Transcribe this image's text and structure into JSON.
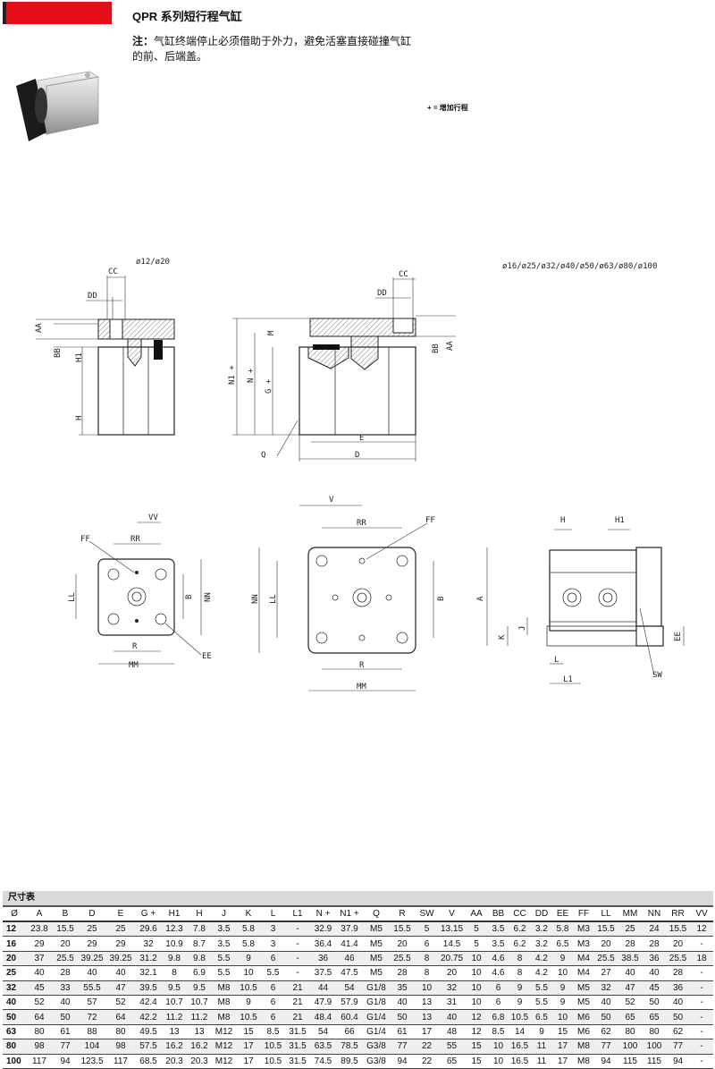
{
  "header": {
    "title": "QPR 系列短行程气缸",
    "note_label": "注：",
    "note_text": "气缸终端停止必须借助于外力，避免活塞直接碰撞气缸的前、后端盖。",
    "legend": "+ = 增加行程",
    "accent_color": "#e30e17"
  },
  "drawings": {
    "top_left": {
      "caption": "ø12/ø20",
      "CC": "CC",
      "DD": "DD",
      "AA": "AA",
      "BB": "BB",
      "H1": "H1",
      "H": "H"
    },
    "top_right": {
      "caption": "ø16/ø25/ø32/ø40/ø50/ø63/ø80/ø100",
      "CC": "CC",
      "DD": "DD",
      "BB": "BB",
      "AA": "AA",
      "M": "M",
      "N1": "N1 +",
      "N": "N +",
      "G": "G +",
      "E": "E",
      "D": "D",
      "Q": "Q"
    },
    "front_small": {
      "VV": "VV",
      "RR": "RR",
      "FF": "FF",
      "LL": "LL",
      "B": "B",
      "NN": "NN",
      "R": "R",
      "EE": "EE",
      "MM": "MM"
    },
    "front_large": {
      "V": "V",
      "RR": "RR",
      "FF": "FF",
      "NN": "NN",
      "LL": "LL",
      "B": "B",
      "R": "R",
      "MM": "MM"
    },
    "side": {
      "H": "H",
      "H1": "H1",
      "A": "A",
      "K": "K",
      "J": "J",
      "L": "L",
      "L1": "L1",
      "SW": "SW",
      "EE": "EE"
    }
  },
  "table": {
    "title": "尺寸表",
    "columns": [
      "Ø",
      "A",
      "B",
      "D",
      "E",
      "G +",
      "H1",
      "H",
      "J",
      "K",
      "L",
      "L1",
      "N +",
      "N1 +",
      "Q",
      "R",
      "SW",
      "V",
      "AA",
      "BB",
      "CC",
      "DD",
      "EE",
      "FF",
      "LL",
      "MM",
      "NN",
      "RR",
      "VV"
    ],
    "rows": [
      [
        "12",
        "23.8",
        "15.5",
        "25",
        "25",
        "29.6",
        "12.3",
        "7.8",
        "3.5",
        "5.8",
        "3",
        "-",
        "32.9",
        "37.9",
        "M5",
        "15.5",
        "5",
        "13.15",
        "5",
        "3.5",
        "6.2",
        "3.2",
        "5.8",
        "M3",
        "15.5",
        "25",
        "24",
        "15.5",
        "12"
      ],
      [
        "16",
        "29",
        "20",
        "29",
        "29",
        "32",
        "10.9",
        "8.7",
        "3.5",
        "5.8",
        "3",
        "-",
        "36.4",
        "41.4",
        "M5",
        "20",
        "6",
        "14.5",
        "5",
        "3.5",
        "6.2",
        "3.2",
        "6.5",
        "M3",
        "20",
        "28",
        "28",
        "20",
        "-"
      ],
      [
        "20",
        "37",
        "25.5",
        "39.25",
        "39.25",
        "31.2",
        "9.8",
        "9.8",
        "5.5",
        "9",
        "6",
        "-",
        "36",
        "46",
        "M5",
        "25.5",
        "8",
        "20.75",
        "10",
        "4.6",
        "8",
        "4.2",
        "9",
        "M4",
        "25.5",
        "38.5",
        "36",
        "25.5",
        "18"
      ],
      [
        "25",
        "40",
        "28",
        "40",
        "40",
        "32.1",
        "8",
        "6.9",
        "5.5",
        "10",
        "5.5",
        "-",
        "37.5",
        "47.5",
        "M5",
        "28",
        "8",
        "20",
        "10",
        "4.6",
        "8",
        "4.2",
        "10",
        "M4",
        "27",
        "40",
        "40",
        "28",
        "-"
      ],
      [
        "32",
        "45",
        "33",
        "55.5",
        "47",
        "39.5",
        "9.5",
        "9.5",
        "M8",
        "10.5",
        "6",
        "21",
        "44",
        "54",
        "G1/8",
        "35",
        "10",
        "32",
        "10",
        "6",
        "9",
        "5.5",
        "9",
        "M5",
        "32",
        "47",
        "45",
        "36",
        "-"
      ],
      [
        "40",
        "52",
        "40",
        "57",
        "52",
        "42.4",
        "10.7",
        "10.7",
        "M8",
        "9",
        "6",
        "21",
        "47.9",
        "57.9",
        "G1/8",
        "40",
        "13",
        "31",
        "10",
        "6",
        "9",
        "5.5",
        "9",
        "M5",
        "40",
        "52",
        "50",
        "40",
        "-"
      ],
      [
        "50",
        "64",
        "50",
        "72",
        "64",
        "42.2",
        "11.2",
        "11.2",
        "M8",
        "10.5",
        "6",
        "21",
        "48.4",
        "60.4",
        "G1/4",
        "50",
        "13",
        "40",
        "12",
        "6.8",
        "10.5",
        "6.5",
        "10",
        "M6",
        "50",
        "65",
        "65",
        "50",
        "-"
      ],
      [
        "63",
        "80",
        "61",
        "88",
        "80",
        "49.5",
        "13",
        "13",
        "M12",
        "15",
        "8.5",
        "31.5",
        "54",
        "66",
        "G1/4",
        "61",
        "17",
        "48",
        "12",
        "8.5",
        "14",
        "9",
        "15",
        "M6",
        "62",
        "80",
        "80",
        "62",
        "-"
      ],
      [
        "80",
        "98",
        "77",
        "104",
        "98",
        "57.5",
        "16.2",
        "16.2",
        "M12",
        "17",
        "10.5",
        "31.5",
        "63.5",
        "78.5",
        "G3/8",
        "77",
        "22",
        "55",
        "15",
        "10",
        "16.5",
        "11",
        "17",
        "M8",
        "77",
        "100",
        "100",
        "77",
        "-"
      ],
      [
        "100",
        "117",
        "94",
        "123.5",
        "117",
        "68.5",
        "20.3",
        "20.3",
        "M12",
        "17",
        "10.5",
        "31.5",
        "74.5",
        "89.5",
        "G3/8",
        "94",
        "22",
        "65",
        "15",
        "10",
        "16.5",
        "11",
        "17",
        "M8",
        "94",
        "115",
        "115",
        "94",
        "-"
      ]
    ]
  }
}
